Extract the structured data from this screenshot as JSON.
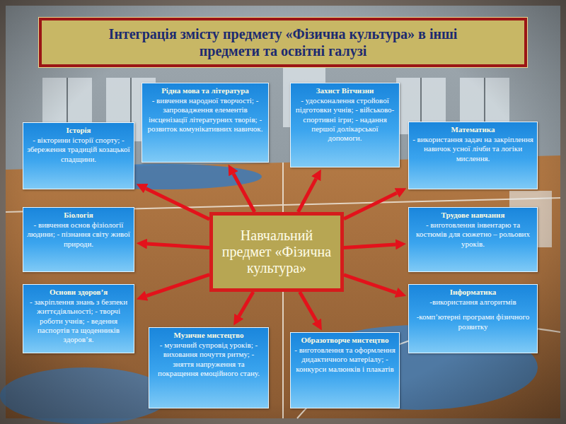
{
  "diagram": {
    "title": "Інтеграція змісту предмету «Фізична культура» в інші предмети та освітні галузі",
    "nodes": [
      {
        "text": [
          "Рідна мова та література",
          "- вивчення народної творчості; - запровадження елементів інсценізації літературних творів; - розвиток комунікативних навичок."
        ]
      },
      {
        "text": [
          "Захист Вітчизни",
          "- удосконалення стройової підготовки учнів; - військово-спортивні ігри; - надання першої долікарської допомоги."
        ]
      },
      {
        "text": [
          "Історія",
          "- вікторини історії спорту; - збереження традицій козацької спадщини."
        ]
      },
      {
        "text": [
          "Математика",
          "- використання задач на закріплення навичок усної лічби та логіки мислення."
        ]
      },
      {
        "text": [
          "Біологія",
          "- вивчення основ фізіології людини; - пізнання світу живої природи."
        ]
      },
      {
        "text": [
          "Навчальний предмет «Фізична культура»"
        ]
      },
      {
        "text": [
          "Трудове навчання",
          "- виготовлення інвентарю та костюмів для сюжетно – рольових уроків."
        ]
      },
      {
        "text": [
          "Основи здоров’я",
          "- закріплення знань з безпеки життєдіяльності; - творчі роботи учнів; - ведення паспортів та щоденників здоров’я."
        ]
      },
      {
        "text": [
          "Інформатика",
          "-використання алгоритмів",
          "-комп’ютерні програми фізичного розвитку"
        ]
      },
      {
        "text": [
          "Музичне мистецтво",
          "- музичний супровід уроків; - виховання почуття ритму; - зняття напруження та покращення емоційного стану."
        ]
      },
      {
        "text": [
          "Образотворче мистецтво",
          "- виготовлення та оформлення дидактичного матеріалу; - конкурси малюнків і плакатів"
        ]
      }
    ],
    "edges": [
      {
        "from": 5,
        "to": 0,
        "arrow": "to"
      },
      {
        "from": 5,
        "to": 1,
        "arrow": "to"
      },
      {
        "from": 5,
        "to": 2,
        "arrow": "to"
      },
      {
        "from": 5,
        "to": 3,
        "arrow": "to"
      },
      {
        "from": 5,
        "to": 4,
        "arrow": "to"
      },
      {
        "from": 5,
        "to": 6,
        "arrow": "to"
      },
      {
        "from": 5,
        "to": 7,
        "arrow": "to"
      },
      {
        "from": 5,
        "to": 8,
        "arrow": "to"
      },
      {
        "from": 5,
        "to": 9,
        "arrow": "to"
      },
      {
        "from": 5,
        "to": 10,
        "arrow": "to"
      }
    ]
  }
}
